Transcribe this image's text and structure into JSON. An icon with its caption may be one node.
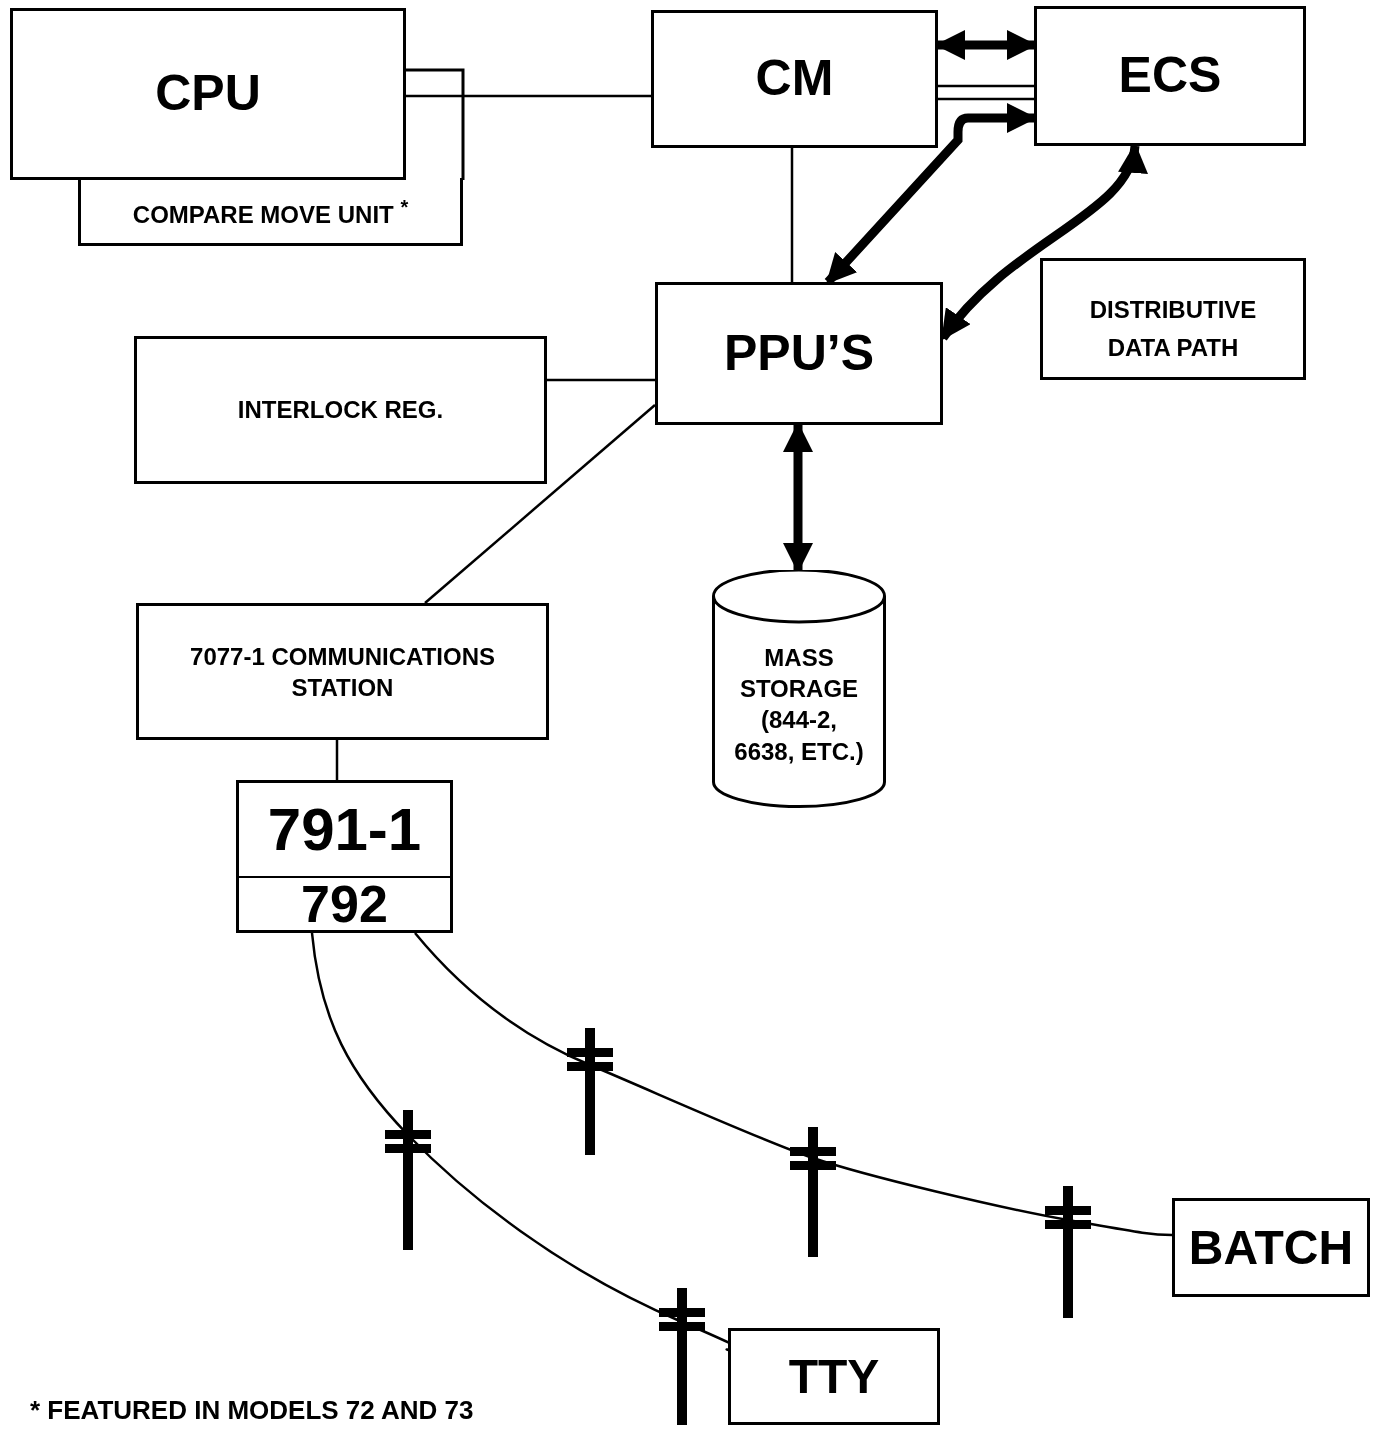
{
  "diagram": {
    "nodes": [
      {
        "text": [
          "CPU"
        ]
      },
      {
        "text": [
          "COMPARE MOVE UNIT $^{*}$"
        ]
      },
      {
        "text": [
          "CM"
        ]
      },
      {
        "text": [
          "ECS"
        ]
      },
      {
        "text": [
          "PPU’S"
        ]
      },
      {
        "text": [
          "DISTRIBUTIVE DATA PATH"
        ]
      },
      {
        "text": [
          "INTERLOCK REG."
        ]
      },
      {
        "text": [
          "7077-1 COMMUNICATIONS STATION"
        ]
      },
      {
        "text": [
          "MASS STORAGE (844-2, 6638, ETC.)"
        ]
      },
      {
        "text": [
          "791-1",
          "792"
        ]
      },
      {
        "text": [
          "BATCH"
        ]
      },
      {
        "text": [
          "TTY"
        ]
      }
    ],
    "edges": [
      {
        "from": 0,
        "to": 2,
        "arrow": "none"
      },
      {
        "from": 2,
        "to": 3,
        "arrow": "both",
        "style": "thick"
      },
      {
        "from": 2,
        "to": 3,
        "arrow": "none"
      },
      {
        "from": 3,
        "to": 4,
        "arrow": "both",
        "style": "thick"
      },
      {
        "from": 3,
        "to": 4,
        "arrow": "both",
        "style": "thick"
      },
      {
        "from": 2,
        "to": 4,
        "arrow": "none"
      },
      {
        "from": 6,
        "to": 4,
        "arrow": "none"
      },
      {
        "from": 4,
        "to": 7,
        "arrow": "none"
      },
      {
        "from": 4,
        "to": 8,
        "arrow": "both",
        "style": "thick"
      },
      {
        "from": 7,
        "to": 9,
        "arrow": "none"
      },
      {
        "from": 9,
        "to": 10,
        "arrow": "none"
      },
      {
        "from": 9,
        "to": 11,
        "arrow": "none"
      }
    ],
    "labels": [
      "* FEATURED IN MODELS 72 AND 73"
    ]
  }
}
